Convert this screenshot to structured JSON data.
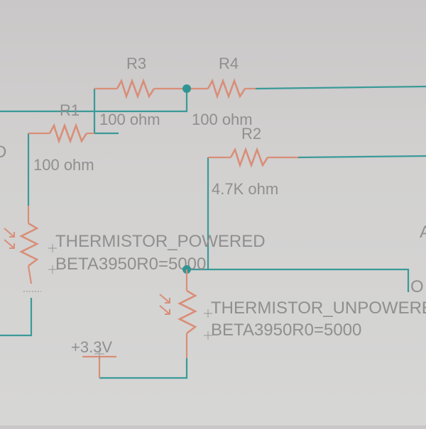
{
  "schematic": {
    "title": "Thermistor voltage-divider schematic",
    "colors": {
      "wire": "#3a9a98",
      "component": "#d98e78",
      "text": "#8f8f8f",
      "junction": "#2f9593",
      "background": "#d2d1d0"
    },
    "components": [
      {
        "ref": "R1",
        "value": "100 ohm",
        "type": "resistor"
      },
      {
        "ref": "R2",
        "value": "4.7K ohm",
        "type": "resistor"
      },
      {
        "ref": "R3",
        "value": "100 ohm",
        "type": "resistor"
      },
      {
        "ref": "R4",
        "value": "100 ohm",
        "type": "resistor"
      },
      {
        "ref": "THERMISTOR_POWERED",
        "value": "BETA3950R0=5000",
        "type": "thermistor"
      },
      {
        "ref": "THERMISTOR_UNPOWERED",
        "value": "BETA3950R0=5000",
        "type": "thermistor"
      }
    ],
    "labels": {
      "r1_ref": "R1",
      "r1_val": "100 ohm",
      "r2_ref": "R2",
      "r2_val": "4.7K ohm",
      "r3_ref": "R3",
      "r3_val": "100 ohm",
      "r4_ref": "R4",
      "r4_val": "100 ohm",
      "th1_name": "THERMISTOR_POWERED",
      "th1_val": "BETA3950R0=5000",
      "th2_name": "THERMISTOR_UNPOWERED",
      "th2_val": "BETA3950R0=5000",
      "power": "+3.3V",
      "left_partial": "D",
      "right_partial_a": "A",
      "right_partial_o": "O"
    }
  }
}
